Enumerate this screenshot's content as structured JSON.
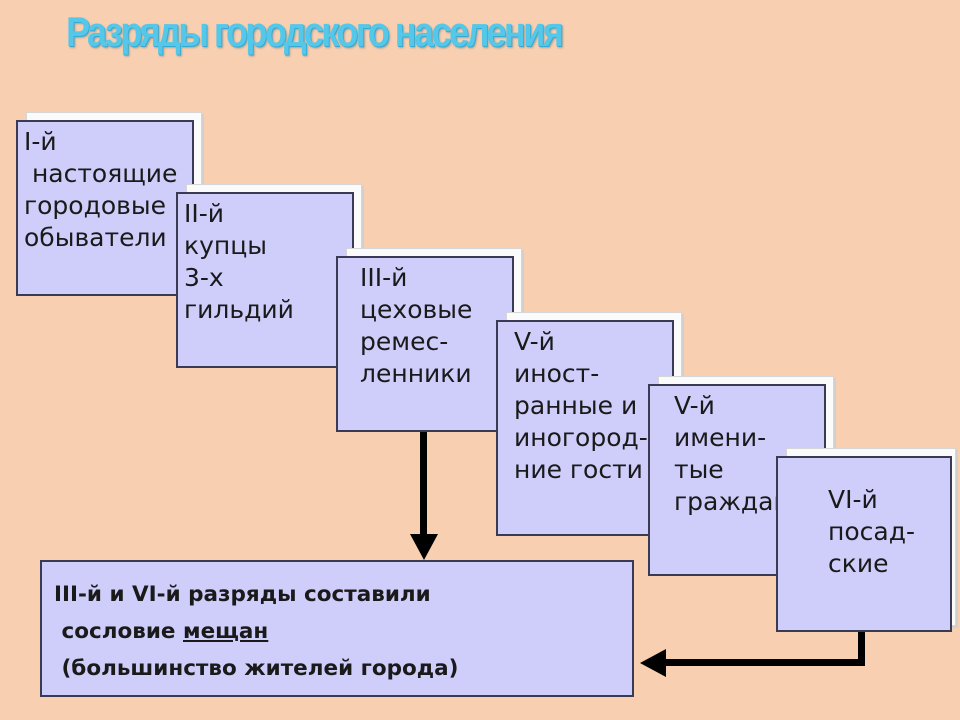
{
  "title": "Разряды городского населения",
  "ranks": [
    {
      "text": "I-й\n настоящие\nгородовые\nобыватели"
    },
    {
      "text": "II-й\nкупцы\n3-х\nгильдий"
    },
    {
      "text": "III-й\nцеховые\nремес-\nленники"
    },
    {
      "text": "V-й\nиност-\nранные и\nиногород-\nние гости"
    },
    {
      "text": "V-й\nимени-\nтые\nграждане"
    },
    {
      "text": "VI-й\nпосад-\nские"
    }
  ],
  "result": {
    "line1": "III-й и VI-й разряды составили",
    "line2_prefix": " сословие ",
    "line2_underlined": "мещан",
    "line3": " (большинство жителей города)"
  }
}
